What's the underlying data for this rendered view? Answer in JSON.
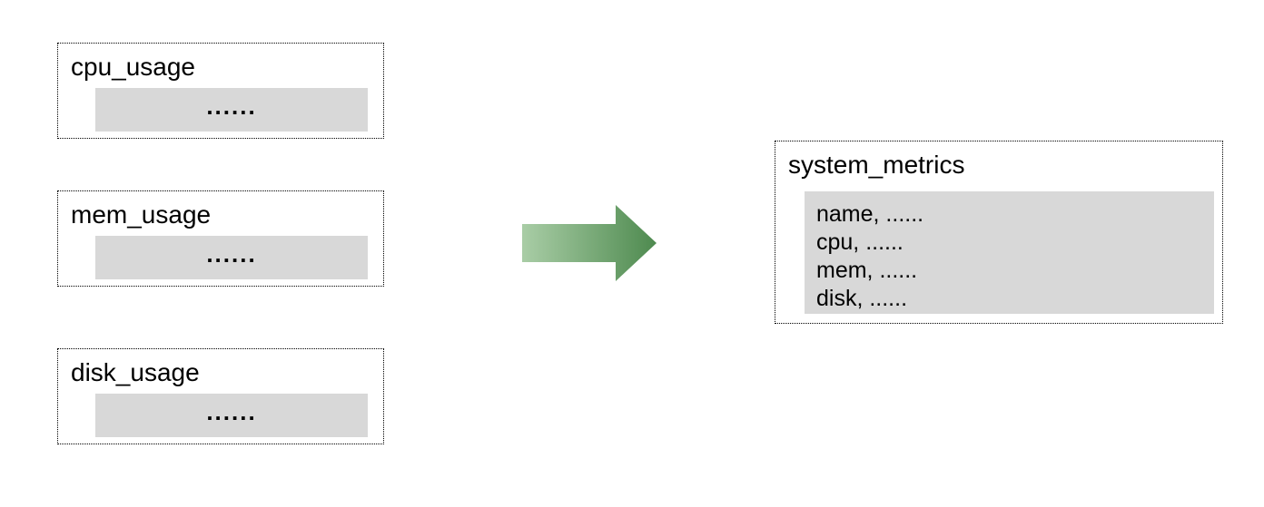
{
  "diagram": {
    "background_color": "#ffffff",
    "box_fill_color": "#d8d8d8",
    "border_color": "#000000",
    "sources": [
      {
        "title": "cpu_usage",
        "body": "......"
      },
      {
        "title": "mem_usage",
        "body": "......"
      },
      {
        "title": "disk_usage",
        "body": "......"
      }
    ],
    "arrow": {
      "direction": "right",
      "gradient_start": "#a9cda6",
      "gradient_end": "#4e8a4f"
    },
    "target": {
      "title": "system_metrics",
      "rows": [
        "name, ......",
        "cpu, ......",
        "mem, ......",
        "disk, ......"
      ]
    }
  }
}
